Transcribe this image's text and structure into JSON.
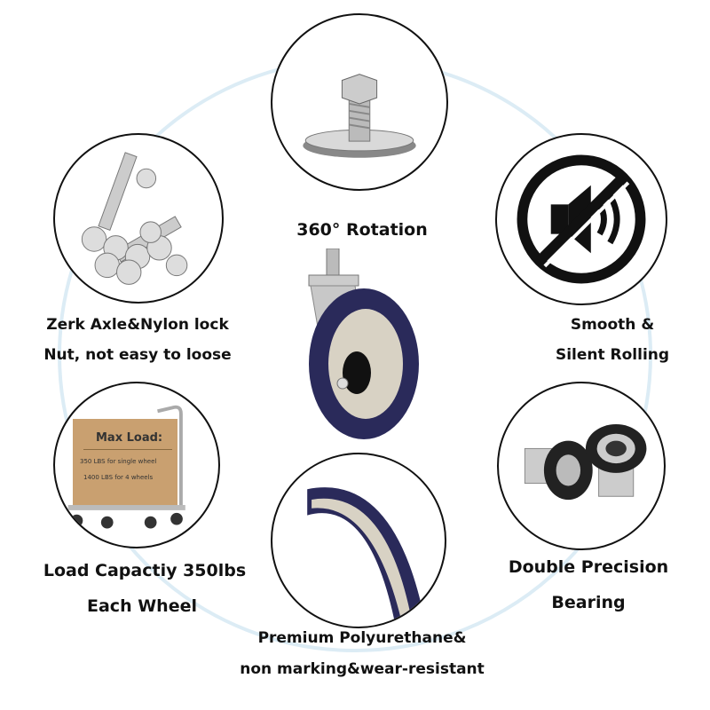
{
  "features": {
    "rotation": {
      "label": "360° Rotation"
    },
    "axle": {
      "line1": "Zerk Axle&Nylon lock",
      "line2": "Nut, not easy to loose"
    },
    "silent": {
      "line1": "Smooth &",
      "line2": "Silent Rolling"
    },
    "load": {
      "line1": "Load Capactiy 350lbs",
      "line2": "Each Wheel",
      "box_title": "Max Load:",
      "box_line1": "350 LBS for single wheel",
      "box_line2": "1400 LBS for 4 wheels"
    },
    "bearing": {
      "line1": "Double Precision",
      "line2": "Bearing"
    },
    "polyurethane": {
      "line1": "Premium Polyurethane&",
      "line2": "non marking&wear-resistant"
    }
  },
  "colors": {
    "ring": "#dcecf5",
    "wheel": "#2a2a5a",
    "hub": "#d8d2c4",
    "box": "#c9a070"
  }
}
